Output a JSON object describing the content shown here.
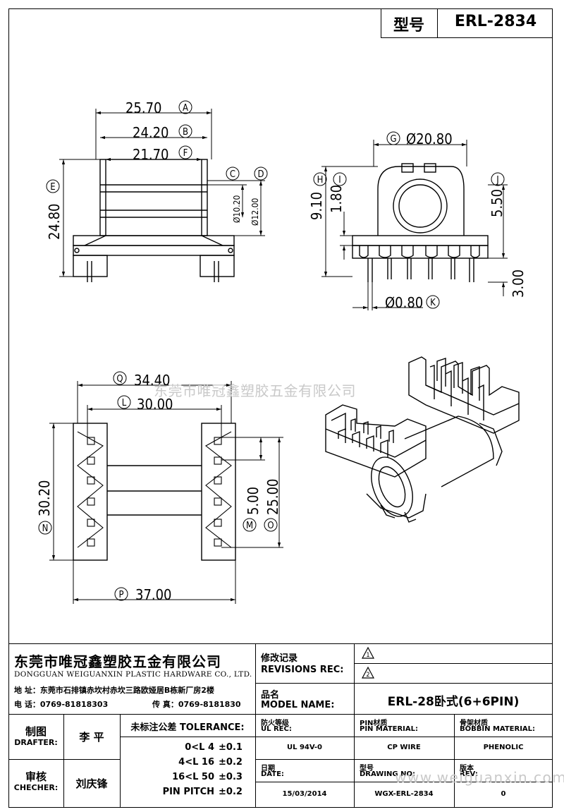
{
  "header": {
    "model_label": "型号",
    "model_value": "ERL-2834"
  },
  "dims": {
    "A": "25.70",
    "B": "24.20",
    "F": "21.70",
    "E": "24.80",
    "C_val": "Ø10.20",
    "D_val": "Ø12.00",
    "G": "Ø20.80",
    "H": "9.10",
    "I": "1.80",
    "J": "5.50",
    "K": "Ø0.80",
    "pin3": "3.00",
    "Q": "34.40",
    "L": "30.00",
    "N": "30.20",
    "M": "5.00",
    "O": "25.00",
    "P": "37.00"
  },
  "letters": {
    "A": "A",
    "B": "B",
    "C": "C",
    "D": "D",
    "E": "E",
    "F": "F",
    "G": "G",
    "H": "H",
    "I": "I",
    "J": "J",
    "K": "K",
    "L": "L",
    "M": "M",
    "N": "N",
    "O": "O",
    "P": "P",
    "Q": "Q"
  },
  "watermark": "东莞市唯冠鑫塑胶五金有限公司",
  "watermark_url": "www.weiguanxin.com",
  "company": {
    "name_cn": "东莞市唯冠鑫塑胶五金有限公司",
    "name_en": "DONGGUAN WEIGUANXIN PLASTIC HARDWARE CO., LTD.",
    "address": "地  址：东莞市石排镇赤坎村赤坎三路欧娅居B栋新厂房2楼",
    "phone": "电  话：0769-81818303",
    "fax": "传  真：0769-8181830"
  },
  "revisions": {
    "label_cn": "修改记录",
    "label_en": "REVISIONS REC:",
    "rev1": "1",
    "rev2": "2"
  },
  "model": {
    "label_cn": "品名",
    "label_en": "MODEL NAME:",
    "value": "ERL-28卧式(6+6PIN)"
  },
  "drafter": {
    "label_cn": "制图",
    "label_en": "DRAFTER:",
    "name": "李  平"
  },
  "checker": {
    "label_cn": "审核",
    "label_en": "CHECHER:",
    "name": "刘庆锋"
  },
  "tolerance": {
    "title": "未标注公差 TOLERANCE:",
    "rows": [
      {
        "range": "0<L  4",
        "value": "±0.1"
      },
      {
        "range": "4<L  16",
        "value": "±0.2"
      },
      {
        "range": "16<L  50",
        "value": "±0.3"
      },
      {
        "range": "PIN PITCH",
        "value": "±0.2"
      }
    ]
  },
  "ul": {
    "label_cn": "防火等级",
    "label_en": "UL REC:",
    "value": "UL 94V-0"
  },
  "pin_material": {
    "label_cn": "PIN材质",
    "label_en": "PIN MATERIAL:",
    "value": "CP WIRE"
  },
  "bobbin_material": {
    "label_cn": "骨架材质",
    "label_en": "BOBBIN MATERIAL:",
    "value": "PHENOLIC"
  },
  "date": {
    "label_cn": "日期",
    "label_en": "DATE:",
    "value": "15/03/2014"
  },
  "drawing": {
    "label_cn": "型号",
    "label_en": "DRAWING NO:",
    "value": "WGX-ERL-2834"
  },
  "rev": {
    "label_cn": "版本",
    "label_en": "REV:",
    "value": "0"
  }
}
